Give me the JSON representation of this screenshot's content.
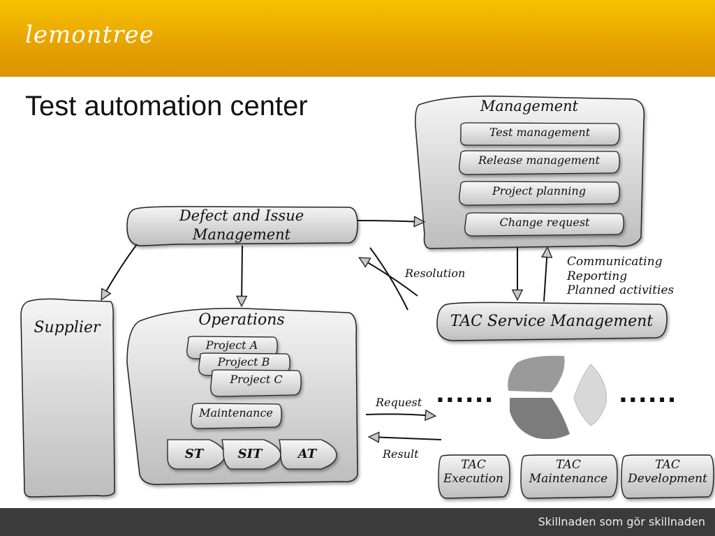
{
  "header": {
    "logo": "lemontree"
  },
  "page": {
    "title": "Test automation center"
  },
  "footer": {
    "tagline": "Skillnaden som gör skillnaden"
  },
  "diagram": {
    "management": {
      "title": "Management",
      "items": [
        "Test management",
        "Release management",
        "Project planning",
        "Change request"
      ]
    },
    "defect": {
      "line1": "Defect and Issue",
      "line2": "Management"
    },
    "supplier": "Supplier",
    "operations": {
      "title": "Operations",
      "projects": [
        "Project A",
        "Project B",
        "Project C"
      ],
      "maintenance": "Maintenance",
      "stages": [
        "ST",
        "SIT",
        "AT"
      ]
    },
    "resolution": "Resolution",
    "comms": [
      "Communicating",
      "Reporting",
      "Planned activities"
    ],
    "tac_service": "TAC Service Management",
    "request": "Request",
    "result": "Result",
    "ellipsis_left": "......",
    "ellipsis_right": "......",
    "tac_boxes": [
      {
        "line1": "TAC",
        "line2": "Execution"
      },
      {
        "line1": "TAC",
        "line2": "Maintenance"
      },
      {
        "line1": "TAC",
        "line2": "Development"
      }
    ]
  }
}
